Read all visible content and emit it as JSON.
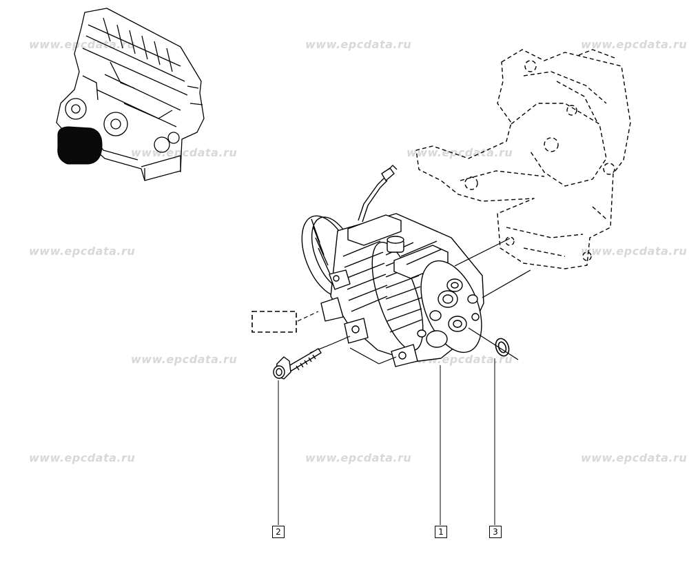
{
  "watermark": "www.epcdata.ru",
  "callouts": {
    "part1": "1",
    "part2": "2",
    "part3": "3"
  },
  "colors": {
    "line": "#000000",
    "watermark": "#d8d8d8",
    "background": "#ffffff"
  }
}
